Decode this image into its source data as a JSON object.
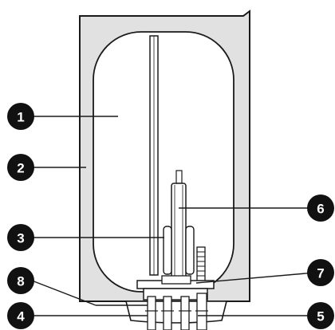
{
  "diagram": {
    "callouts": [
      {
        "number": "1",
        "part": "tank-interior"
      },
      {
        "number": "2",
        "part": "outer-casing"
      },
      {
        "number": "3",
        "part": "heating-element-tube"
      },
      {
        "number": "4",
        "part": "bottom-cover"
      },
      {
        "number": "5",
        "part": "outlet-pipe"
      },
      {
        "number": "6",
        "part": "thermostat-probe"
      },
      {
        "number": "7",
        "part": "threaded-connector"
      },
      {
        "number": "8",
        "part": "flange-plate"
      }
    ],
    "colors": {
      "casing": "#e1e1e1",
      "tank": "#ffffff",
      "outline": "#1a1a1a",
      "badge": "#111111",
      "badge_text": "#ffffff"
    }
  }
}
